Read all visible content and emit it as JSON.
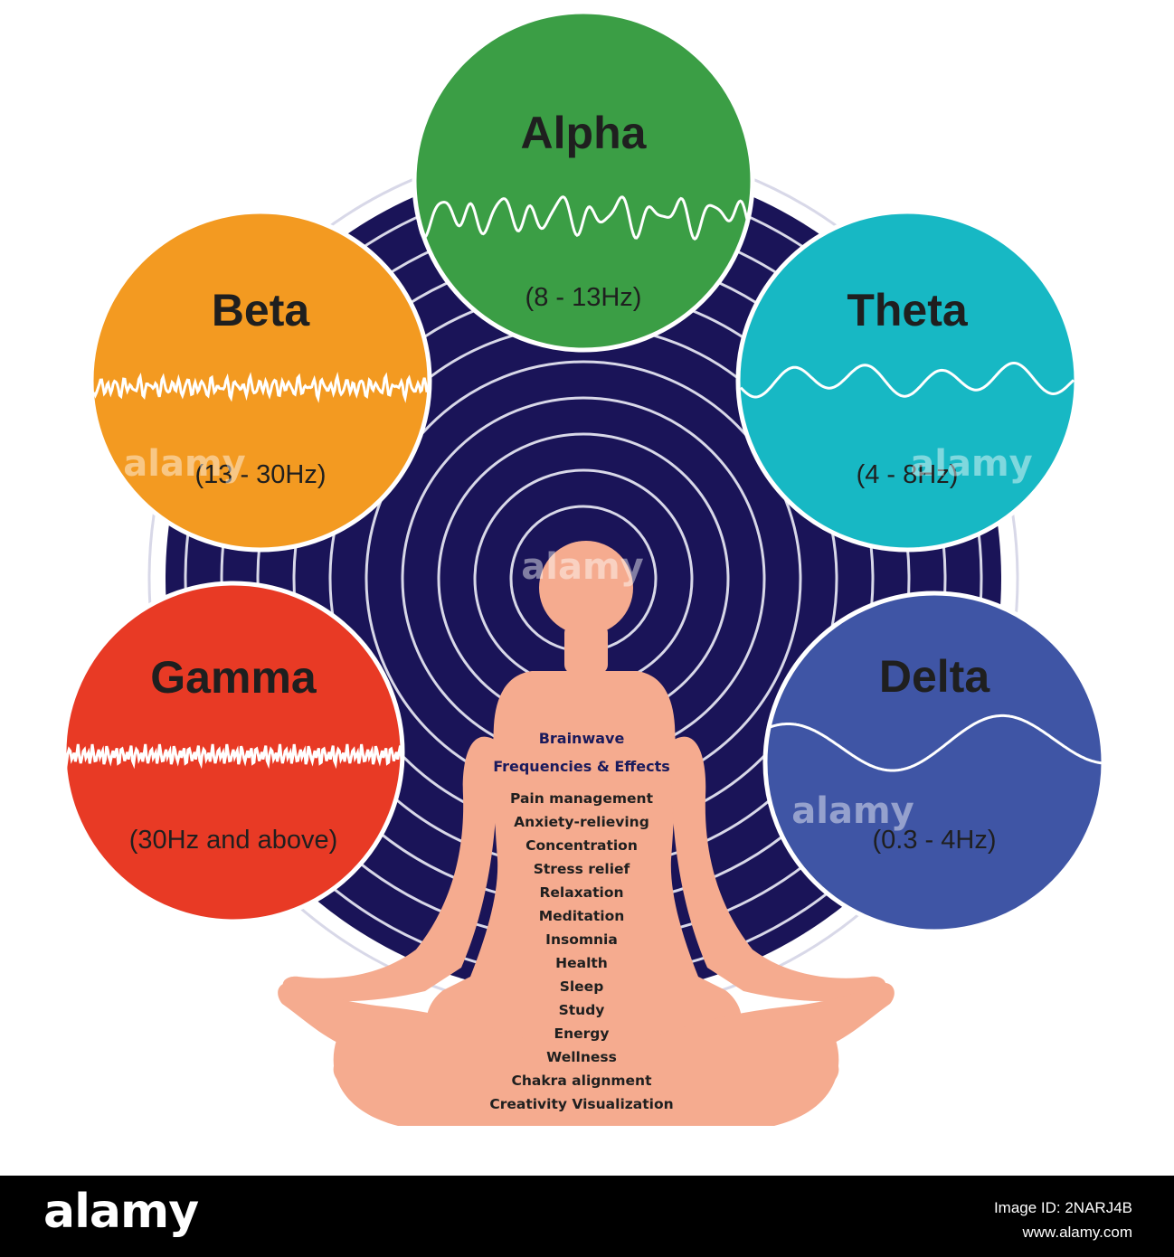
{
  "bands": [
    {
      "key": "alpha",
      "name": "Alpha",
      "range": "(8 - 13Hz)",
      "color": "#3b9e45"
    },
    {
      "key": "beta",
      "name": "Beta",
      "range": "(13 - 30Hz)",
      "color": "#f39a21"
    },
    {
      "key": "theta",
      "name": "Theta",
      "range": "(4 - 8Hz)",
      "color": "#17b8c4"
    },
    {
      "key": "gamma",
      "name": "Gamma",
      "range": "(30Hz and above)",
      "color": "#e83a25"
    },
    {
      "key": "delta",
      "name": "Delta",
      "range": "(0.3 - 4Hz)",
      "color": "#3f55a5"
    }
  ],
  "center": {
    "background_color": "#1a1458",
    "figure_color": "#f5ab8f",
    "heading_line1": "Brainwave",
    "heading_line2": "Frequencies & Effects",
    "effects": [
      "Pain management",
      "Anxiety-relieving",
      "Concentration",
      "Stress relief",
      "Relaxation",
      "Meditation",
      "Insomnia",
      "Health",
      "Sleep",
      "Study",
      "Energy",
      "Wellness",
      "Chakra alignment",
      "Creativity Visualization"
    ]
  },
  "watermark": "alamy",
  "footer": {
    "logo": "alamy",
    "image_id": "Image ID: 2NARJ4B",
    "site": "www.alamy.com"
  }
}
